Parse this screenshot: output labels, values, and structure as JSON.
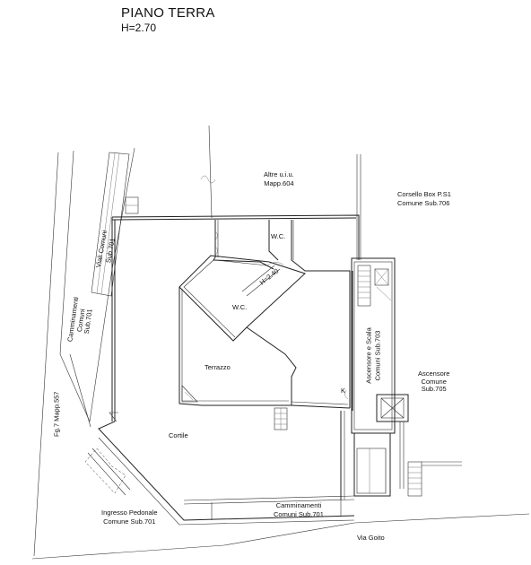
{
  "header": {
    "title": "PIANO TERRA",
    "height": "H=2.70"
  },
  "labels": {
    "altre_uiu": [
      "Altre u.i.u.",
      "Mapp.604"
    ],
    "corsello": [
      "Corsello Box P.S1",
      "Comune Sub.706"
    ],
    "viali": [
      "Viali Comuni",
      "Sub.701"
    ],
    "camminamenti_left": [
      "Camminamenti",
      "Comuni",
      "Sub.701"
    ],
    "fg": "Fg.7 Mapp.557",
    "wc_top": "W.C.",
    "wc_mid": "W.C.",
    "h240": "H=2.40",
    "terrazzo": "Terrazzo",
    "k": "K",
    "asc_scala": [
      "Ascensore e Scala",
      "Comuni Sub.703"
    ],
    "asc_comune": [
      "Ascensore",
      "Comune",
      "Sub.705"
    ],
    "cortile": "Cortile",
    "ingresso": [
      "Ingresso Pedonale",
      "Comune Sub.701"
    ],
    "camminamenti_bottom": [
      "Camminamenti",
      "Comuni Sub.701"
    ],
    "via": "Via Goito"
  }
}
